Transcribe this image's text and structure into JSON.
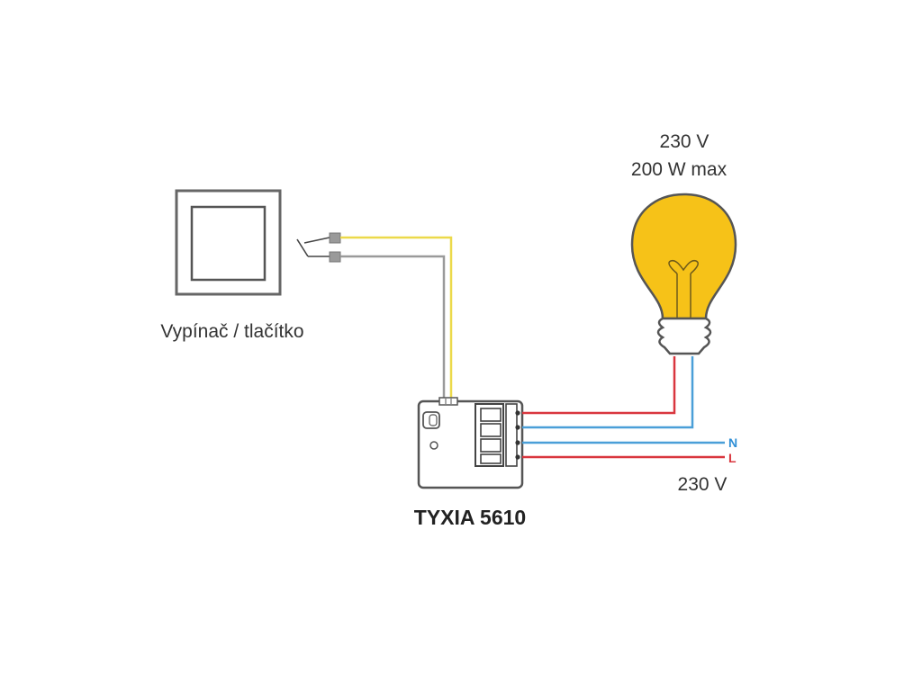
{
  "switch": {
    "label": "Vypínač / tlačítko"
  },
  "lamp": {
    "voltage": "230 V",
    "power": "200 W max"
  },
  "module": {
    "name": "TYXIA 5610"
  },
  "mains": {
    "neutral": "N",
    "line": "L",
    "voltage": "230 V"
  },
  "colors": {
    "neutral_wire": "#4a9fd8",
    "line_wire": "#d9363e",
    "switch_signal_wire": "#ecd94a",
    "switch_common_wire": "#9a9a9a",
    "bulb_glass": "#f6c218",
    "outline": "#555555"
  }
}
